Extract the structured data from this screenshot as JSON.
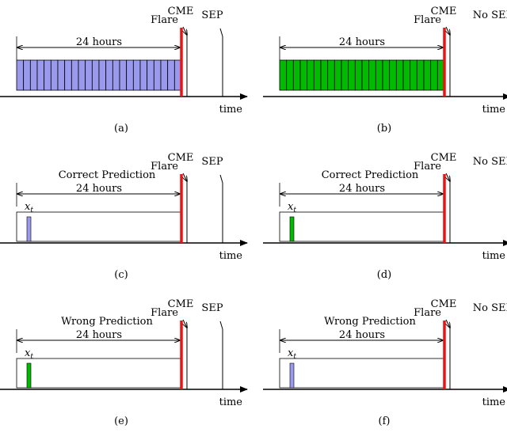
{
  "colors": {
    "blue": "#9999ee",
    "green": "#00bb00",
    "red": "#ee1111",
    "black": "#000000"
  },
  "panels": [
    {
      "id": "a",
      "caption": "(a)",
      "window_label": "24 hours",
      "fill": "striped",
      "fill_color": "blue",
      "prediction_label": "",
      "sample_label": "",
      "flare_label": "Flare",
      "cme_label": "CME",
      "outcome_label": "SEP",
      "outcome_line": true,
      "axis_label": "time"
    },
    {
      "id": "b",
      "caption": "(b)",
      "window_label": "24 hours",
      "fill": "striped",
      "fill_color": "green",
      "prediction_label": "",
      "sample_label": "",
      "flare_label": "Flare",
      "cme_label": "CME",
      "outcome_label": "No SEP",
      "outcome_line": false,
      "axis_label": "time"
    },
    {
      "id": "c",
      "caption": "(c)",
      "window_label": "24 hours",
      "fill": "single",
      "fill_color": "blue",
      "prediction_label": "Correct Prediction",
      "sample_label": "x",
      "sample_sub": "t",
      "flare_label": "Flare",
      "cme_label": "CME",
      "outcome_label": "SEP",
      "outcome_line": true,
      "axis_label": "time"
    },
    {
      "id": "d",
      "caption": "(d)",
      "window_label": "24 hours",
      "fill": "single",
      "fill_color": "green",
      "prediction_label": "Correct Prediction",
      "sample_label": "x",
      "sample_sub": "t",
      "flare_label": "Flare",
      "cme_label": "CME",
      "outcome_label": "No SEP",
      "outcome_line": false,
      "axis_label": "time"
    },
    {
      "id": "e",
      "caption": "(e)",
      "window_label": "24 hours",
      "fill": "single",
      "fill_color": "green",
      "prediction_label": "Wrong Prediction",
      "sample_label": "x",
      "sample_sub": "t",
      "flare_label": "Flare",
      "cme_label": "CME",
      "outcome_label": "SEP",
      "outcome_line": true,
      "axis_label": "time"
    },
    {
      "id": "f",
      "caption": "(f)",
      "window_label": "24 hours",
      "fill": "single",
      "fill_color": "blue",
      "prediction_label": "Wrong Prediction",
      "sample_label": "x",
      "sample_sub": "t",
      "flare_label": "Flare",
      "cme_label": "CME",
      "outcome_label": "No SEP",
      "outcome_line": false,
      "axis_label": "time"
    }
  ]
}
